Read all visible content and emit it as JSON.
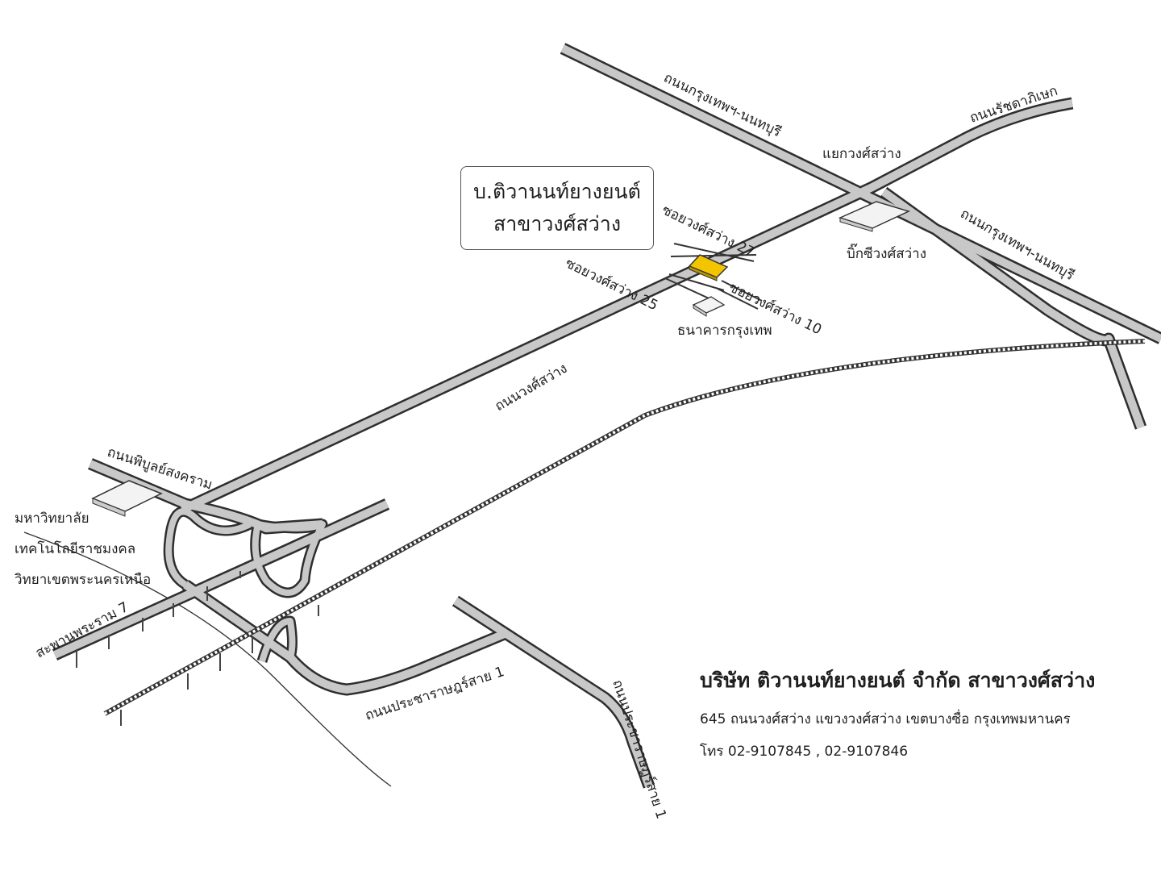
{
  "branch_box": {
    "line1": "บ.ติวานนท์ยางยนต์",
    "line2": "สาขาวงศ์สว่าง"
  },
  "roads": {
    "bangkok_nonthaburi_top": "ถนนกรุงเทพฯ-นนทบุรี",
    "bangkok_nonthaburi_right": "ถนนกรุงเทพฯ-นนทบุรี",
    "ratchadaphisek": "ถนนรัชดาภิเษก",
    "wongsawang": "ถนนวงศ์สว่าง",
    "phibunsongkhram": "ถนนพิบูลย์สงคราม",
    "rama7_bridge": "สะพานพระราม 7",
    "pracharat_sai1_a": "ถนนประชาราษฎร์สาย 1",
    "pracharat_sai1_b": "ถนนประชาราษฎร์สาย 1",
    "soi27": "ซอยวงศ์สว่าง 27",
    "soi25": "ซอยวงศ์สว่าง 25",
    "soi10": "ซอยวงศ์สว่าง 10"
  },
  "places": {
    "intersection": "แยกวงศ์สว่าง",
    "big_c": "บิ๊กซีวงศ์สว่าง",
    "bangkok_bank": "ธนาคารกรุงเทพ",
    "university_line1": "มหาวิทยาลัย",
    "university_line2": "เทคโนโลยีราชมงคล",
    "university_line3": "วิทยาเขตพระนครเหนือ"
  },
  "address": {
    "company": "บริษัท ติวานนท์ยางยนต์ จำกัด สาขาวงศ์สว่าง",
    "street": "645 ถนนวงศ์สว่าง แขวงวงศ์สว่าง เขตบางซื่อ กรุงเทพมหานคร",
    "phone": "โทร 02-9107845 , 02-9107846"
  },
  "colors": {
    "road_fill": "#c8c8c8",
    "road_outline": "#2e2e2e",
    "shop_marker": "#f2c500",
    "building": "#eeeeee"
  }
}
